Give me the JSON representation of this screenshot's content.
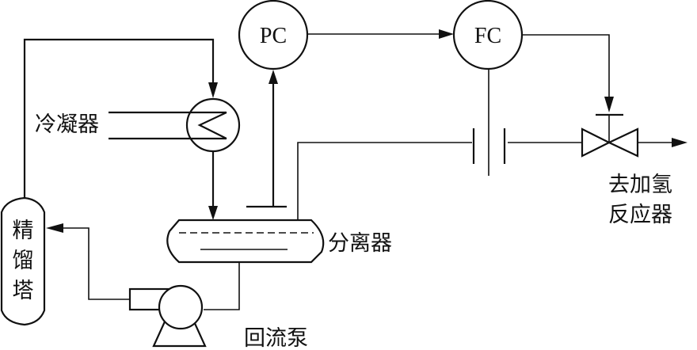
{
  "diagram": {
    "type": "process-flow-diagram",
    "controllers": {
      "pressure": {
        "tag": "PC"
      },
      "flow": {
        "tag": "FC"
      }
    },
    "labels": {
      "condenser": "冷凝器",
      "separator": "分离器",
      "reflux_pump": "回流泵",
      "column_line1": "精",
      "column_line2": "馏",
      "column_line3": "塔",
      "destination_line1": "去加氢",
      "destination_line2": "反应器"
    },
    "connections": [
      {
        "from": "distillation-column",
        "to": "condenser",
        "kind": "process"
      },
      {
        "from": "condenser",
        "to": "separator",
        "kind": "process"
      },
      {
        "from": "separator",
        "to": "reflux-pump",
        "kind": "process"
      },
      {
        "from": "reflux-pump",
        "to": "distillation-column",
        "kind": "process"
      },
      {
        "from": "separator",
        "to": "orifice-plate",
        "kind": "process"
      },
      {
        "from": "orifice-plate",
        "to": "control-valve",
        "kind": "process"
      },
      {
        "from": "control-valve",
        "to": "hydrogenation-reactor",
        "kind": "process"
      },
      {
        "from": "separator",
        "to": "PC",
        "kind": "signal"
      },
      {
        "from": "PC",
        "to": "FC",
        "kind": "signal"
      },
      {
        "from": "orifice-plate",
        "to": "FC",
        "kind": "signal"
      },
      {
        "from": "FC",
        "to": "control-valve",
        "kind": "signal"
      }
    ]
  }
}
